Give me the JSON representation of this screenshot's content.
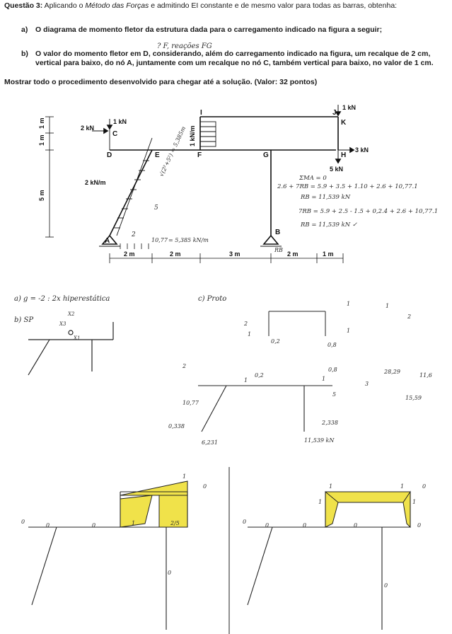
{
  "question": {
    "title": "Questão 3:",
    "intro_pre": "Aplicando o ",
    "intro_method": "Método das Forças",
    "intro_post": " e admitindo EI constante e de mesmo valor para todas as barras, obtenha:",
    "item_a_tag": "a)",
    "item_a_text": "O diagrama de momento fletor da estrutura dada para o carregamento indicado na figura a seguir;",
    "item_b_tag": "b)",
    "item_b_text": "O valor do momento fletor em D, considerando, além do carregamento indicado na figura, um recalque de 2 cm, vertical para baixo, do nó A, juntamente com um recalque no nó C, também vertical para baixo, no valor de 1 cm.",
    "instruction": "Mostrar todo o procedimento desenvolvido para chegar até a solução. (Valor: 32 pontos)",
    "handwritten_note": "? F, reações FG"
  },
  "figure": {
    "nodes": [
      "A",
      "B",
      "C",
      "D",
      "E",
      "F",
      "G",
      "H",
      "I",
      "J",
      "K"
    ],
    "loads": {
      "c_load": "2 kN",
      "c_vertical": "1 kN",
      "k_load": "1 kN",
      "h_horizontal": "3 kN",
      "h_vertical": "5 kN",
      "dist_incline": "2 kN/m",
      "dist_vertical": "1 kN/m"
    },
    "dims_left": [
      "1 m",
      "1 m",
      "5 m"
    ],
    "dims_bottom": [
      "2 m",
      "2 m",
      "3 m",
      "2 m",
      "1 m"
    ],
    "incline_annotation": "√(2²+5²) = 5,385m",
    "sub_two": "2",
    "sub_five": "5",
    "eq_load": "10,77",
    "eq_load_2": "= 5,385 kN/m",
    "rb_label": "RB",
    "calc_lines": [
      "ΣMA = 0",
      "2.6 + 7RB = 5.9 + 3.5 + 1.10 + 2.6 + 10,77.1",
      "RB = 11,539 kN",
      "7RB = 5.9 + 2.5 - 1.5 + 0,2.4 + 2.6 + 10,77.1",
      "RB = 11,539 kN ✓"
    ]
  },
  "handwork": {
    "a_answer": "a)  g = -2 : 2x hiperestática",
    "b_label": "b)  SP",
    "c_label": "c) Proto",
    "x1": "X1",
    "x2": "X2",
    "x3": "X3",
    "r_vals": [
      "2",
      "1",
      "0,2",
      "0,8",
      "1",
      "1"
    ],
    "lower_vals": [
      "2",
      "1",
      "0,2",
      "1",
      "0,8",
      "5",
      "3",
      "10,77",
      "0,338",
      "6,231",
      "2,338",
      "11,539 kN"
    ],
    "moment_vals": [
      "28,29",
      "11,6",
      "15,59",
      "1",
      "2"
    ],
    "diagram_vals_left": [
      "0",
      "0",
      "0",
      "1",
      "2/5",
      "0",
      "1",
      "0"
    ],
    "diagram_vals_right": [
      "0",
      "0",
      "0",
      "0",
      "1",
      "1",
      "0",
      "0",
      "1",
      "1",
      "0"
    ]
  }
}
